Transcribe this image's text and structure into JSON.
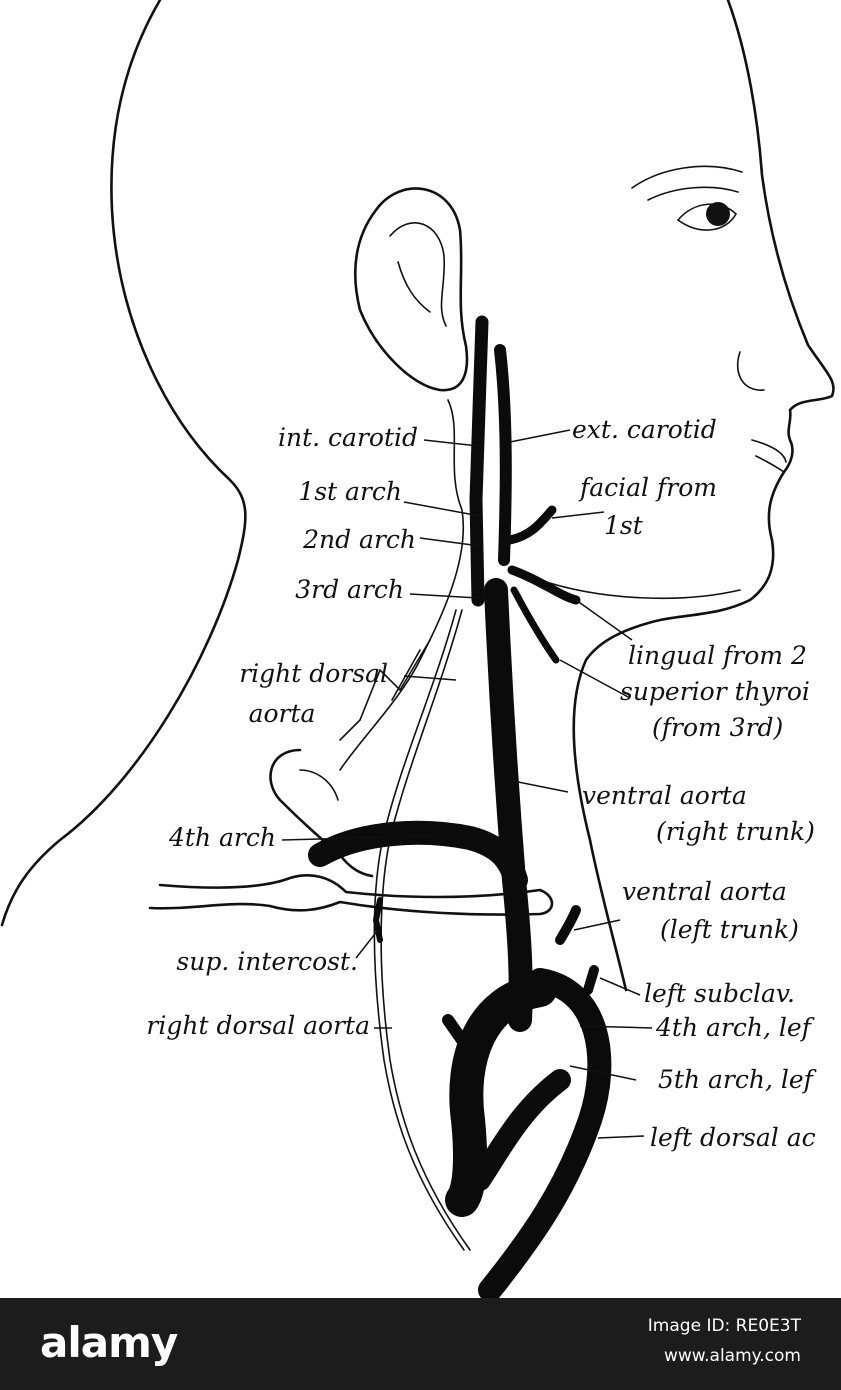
{
  "labels": {
    "int_carotid": "int. carotid",
    "first_arch": "1st arch",
    "second_arch": "2nd arch",
    "third_arch": "3rd arch",
    "right_dorsal_line1": "right dorsal",
    "right_dorsal_line2": "aorta",
    "fourth_arch": "4th arch",
    "sup_intercost": "sup. intercost.",
    "right_dorsal_aorta": "right dorsal aorta",
    "ext_carotid": "ext. carotid",
    "facial_line1": "facial from",
    "facial_line2": "1st",
    "lingual": "lingual from 2",
    "superior_thyroid": "superior thyroi",
    "from_3rd": "(from 3rd)",
    "ventral_right_line1": "ventral aorta",
    "ventral_right_line2": "(right trunk)",
    "ventral_left_line1": "ventral aorta",
    "ventral_left_line2": "(left trunk)",
    "left_subclav": "left subclav.",
    "fourth_arch_left": "4th arch, lef",
    "fifth_arch_left": "5th arch, lef",
    "left_dorsal": "left dorsal ac"
  },
  "footer": {
    "brand": "alamy",
    "image_id": "Image ID: RE0E3T",
    "site": "www.alamy.com"
  }
}
